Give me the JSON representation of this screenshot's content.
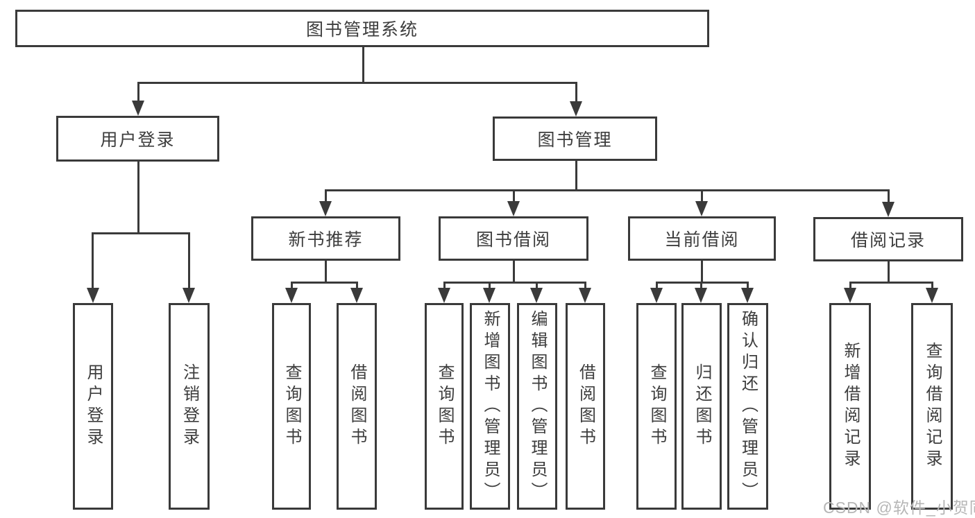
{
  "root": {
    "label": "图书管理系统"
  },
  "branches": [
    {
      "label": "用户登录",
      "children": [
        {
          "label": "用户登录"
        },
        {
          "label": "注销登录"
        }
      ]
    },
    {
      "label": "图书管理",
      "groups": [
        {
          "label": "新书推荐",
          "children": [
            {
              "label": "查询图书"
            },
            {
              "label": "借阅图书"
            }
          ]
        },
        {
          "label": "图书借阅",
          "children": [
            {
              "label": "查询图书"
            },
            {
              "label": "新增图书（管理员）"
            },
            {
              "label": "编辑图书（管理员）"
            },
            {
              "label": "借阅图书"
            }
          ]
        },
        {
          "label": "当前借阅",
          "children": [
            {
              "label": "查询图书"
            },
            {
              "label": "归还图书"
            },
            {
              "label": "确认归还（管理员）"
            }
          ]
        },
        {
          "label": "借阅记录",
          "children": [
            {
              "label": "新增借阅记录"
            },
            {
              "label": "查询借阅记录"
            }
          ]
        }
      ]
    }
  ],
  "watermark": {
    "text": "CSDN @软件_小贺同学"
  },
  "colors": {
    "line": "#3a3a3a",
    "text": "#3d3d3d",
    "background": "#ffffff",
    "watermark": "#b6b6b6"
  }
}
